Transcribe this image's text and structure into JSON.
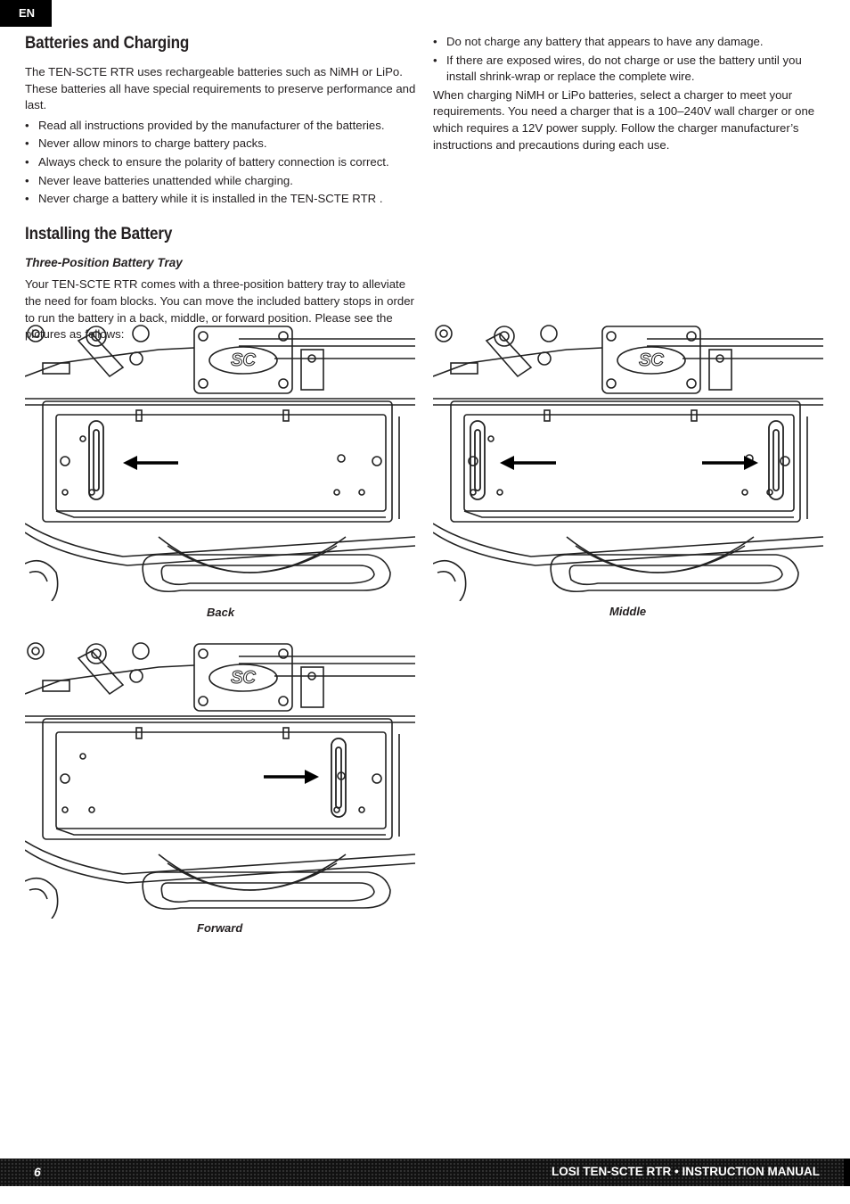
{
  "lang_tab": "EN",
  "batteries": {
    "title": "Batteries and Charging",
    "intro": "The TEN-SCTE RTR uses rechargeable batteries such as NiMH or LiPo. These batteries all have special requirements to preserve performance and last.",
    "bullets": [
      "Read all instructions provided by the manufacturer of the batteries.",
      "Never allow minors to charge battery packs.",
      "Always check to ensure the polarity of battery connection is correct.",
      "Never leave batteries unattended while charging.",
      "Never charge a battery while it is installed in the TEN-SCTE RTR ."
    ],
    "right_bullets": [
      "Do not charge any battery that appears to have any damage.",
      "If there are exposed wires, do not charge or use the battery until you install shrink-wrap or replace the complete wire."
    ],
    "charger_text": "When charging NiMH or LiPo batteries, select a charger to meet your requirements. You need a charger that is a 100–240V wall charger or one which requires a 12V power supply. Follow the charger manufacturer’s instructions and precautions during each use."
  },
  "installing": {
    "title": "Installing the Battery",
    "subtitle": "Three-Position Battery Tray",
    "body": "Your TEN-SCTE RTR comes with a three-position battery tray to alleviate the need for foam blocks. You can move the included battery stops in order to run the battery in a back, middle, or forward position. Please see the pictures as follows:"
  },
  "figures": [
    {
      "caption": "Back",
      "logo": "SC"
    },
    {
      "caption": "Middle",
      "logo": "SC"
    },
    {
      "caption": "Forward",
      "logo": "SC"
    }
  ],
  "footer": {
    "page_number": "6",
    "title": "LOSI TEN-SCTE RTR • INSTRUCTION MANUAL"
  }
}
